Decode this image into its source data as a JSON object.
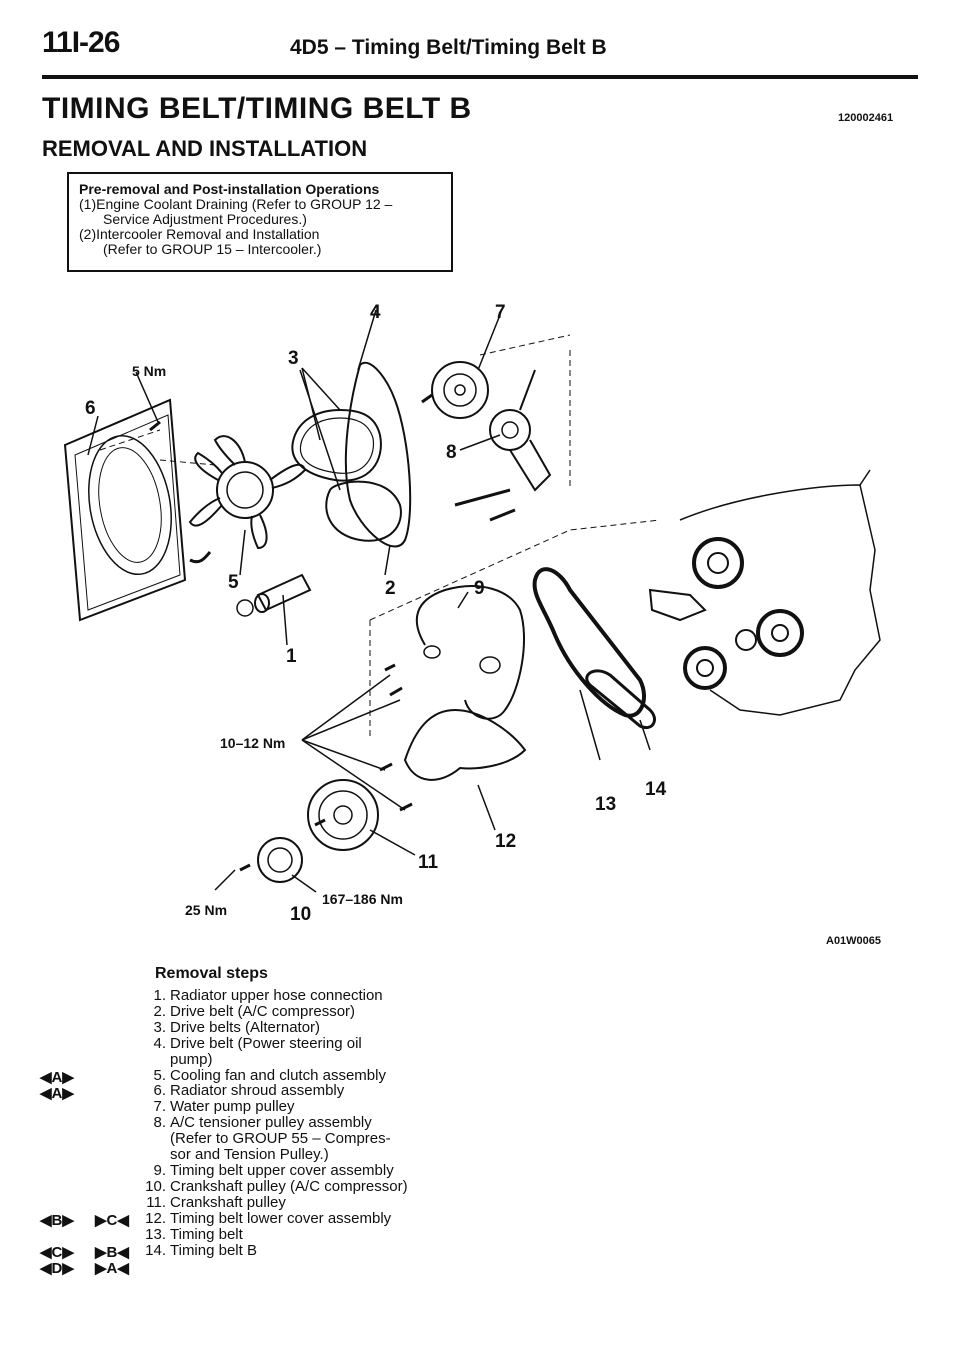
{
  "header": {
    "page_number": "11I-26",
    "title": "4D5 – Timing Belt/Timing Belt B"
  },
  "section": {
    "title": "TIMING BELT/TIMING BELT B",
    "code": "120002461",
    "subtitle": "REMOVAL AND INSTALLATION"
  },
  "operations": {
    "title": "Pre-removal and Post-installation Operations",
    "item1_line1": "(1)Engine Coolant Draining (Refer to GROUP 12 –",
    "item1_line2": "Service Adjustment Procedures.)",
    "item2_line1": "(2)Intercooler Removal and Installation",
    "item2_line2": "(Refer to GROUP 15 – Intercooler.)"
  },
  "diagram": {
    "figure_code": "A01W0065",
    "labels": {
      "n1": "1",
      "n2": "2",
      "n3": "3",
      "n4": "4",
      "n5": "5",
      "n6": "6",
      "n7": "7",
      "n8": "8",
      "n9": "9",
      "n10": "10",
      "n11": "11",
      "n12": "12",
      "n13": "13",
      "n14": "14"
    },
    "torques": {
      "t5": "5 Nm",
      "t10_12": "10–12 Nm",
      "t25": "25 Nm",
      "t167_186": "167–186 Nm"
    }
  },
  "removal": {
    "title": "Removal steps",
    "steps": [
      {
        "num": "1.",
        "text": "Radiator upper hose connection"
      },
      {
        "num": "2.",
        "text": "Drive belt (A/C compressor)"
      },
      {
        "num": "3.",
        "text": "Drive belts (Alternator)"
      },
      {
        "num": "4.",
        "text": "Drive belt (Power steering oil",
        "cont": "pump)"
      },
      {
        "num": "5.",
        "text": "Cooling fan and clutch assembly"
      },
      {
        "num": "6.",
        "text": "Radiator shroud assembly"
      },
      {
        "num": "7.",
        "text": "Water pump pulley"
      },
      {
        "num": "8.",
        "text": "A/C tensioner pulley assembly",
        "cont": "(Refer to GROUP 55 – Compres-",
        "cont2": "sor and Tension Pulley.)"
      },
      {
        "num": "9.",
        "text": "Timing belt upper cover assembly"
      },
      {
        "num": "10.",
        "text": "Crankshaft pulley (A/C compressor)"
      },
      {
        "num": "11.",
        "text": "Crankshaft pulley"
      },
      {
        "num": "12.",
        "text": "Timing belt lower cover assembly"
      },
      {
        "num": "13.",
        "text": "Timing belt"
      },
      {
        "num": "14.",
        "text": "Timing belt B"
      }
    ],
    "markers": {
      "s5": "◀A▶",
      "s6": "◀A▶",
      "s11a": "◀B▶",
      "s11b": "▶C◀",
      "s13a": "◀C▶",
      "s13b": "▶B◀",
      "s14a": "◀D▶",
      "s14b": "▶A◀"
    }
  }
}
